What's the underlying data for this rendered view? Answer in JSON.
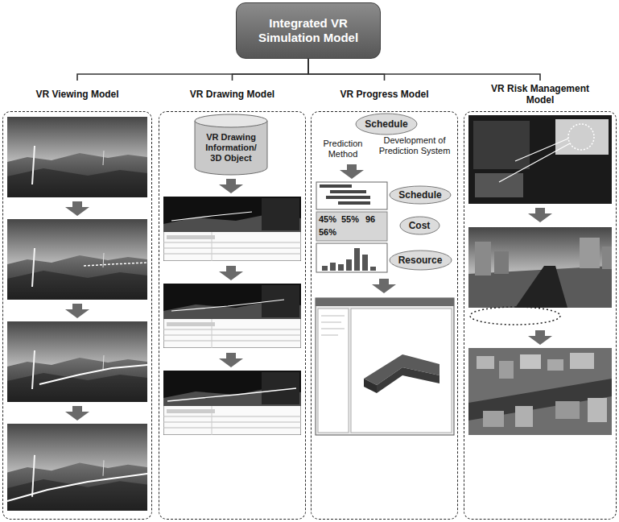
{
  "diagram": {
    "nodes": [
      {
        "text": [
          "Integrated VR Simulation Model"
        ]
      },
      {
        "text": [
          "VR Viewing Model"
        ]
      },
      {
        "text": [
          "VR Drawing Model"
        ]
      },
      {
        "text": [
          "VR Drawing Information/ 3D Object"
        ],
        "in": 2
      },
      {
        "text": [
          "VR Progress Model"
        ]
      },
      {
        "text": [
          "Schedule"
        ],
        "in": 4
      },
      {
        "text": [
          "Schedule"
        ],
        "in": 4
      },
      {
        "text": [
          "Cost"
        ],
        "in": 4
      },
      {
        "text": [
          "Resource"
        ],
        "in": 4
      },
      {
        "text": [
          "VR Risk Management Model"
        ]
      }
    ],
    "edges": [
      {
        "from": 0,
        "to": 1,
        "arrow": "none"
      },
      {
        "from": 0,
        "to": 2,
        "arrow": "none"
      },
      {
        "from": 0,
        "to": 4,
        "arrow": "none"
      },
      {
        "from": 0,
        "to": 9,
        "arrow": "none"
      }
    ],
    "labels": [
      "Prediction Method",
      "Development of Prediction System",
      "45%",
      "55%",
      "96",
      "56%"
    ]
  }
}
